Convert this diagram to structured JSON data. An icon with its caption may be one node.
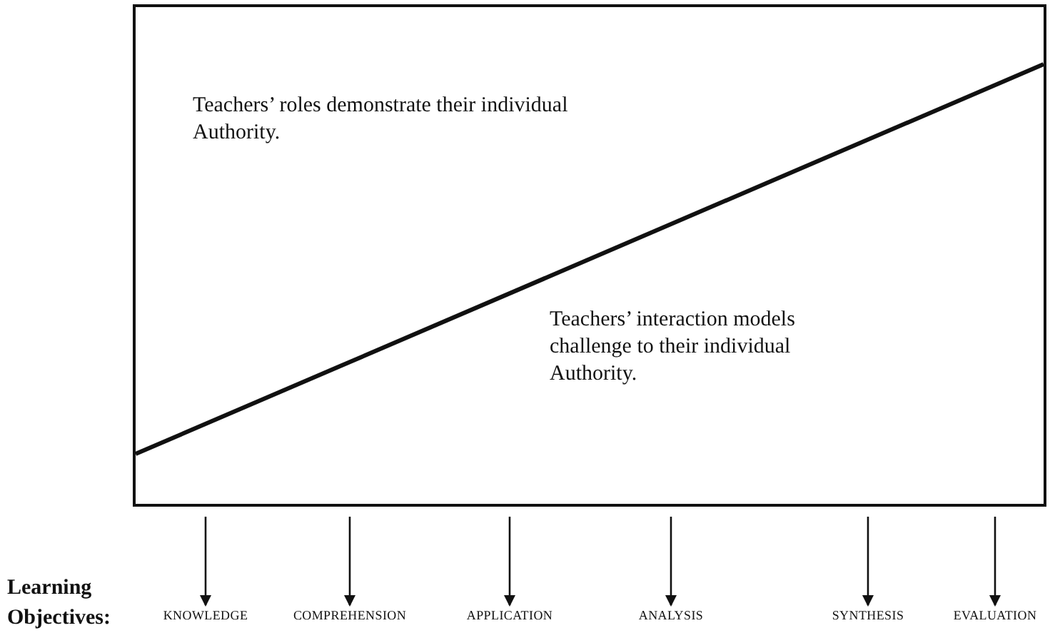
{
  "diagram": {
    "nodes": [
      {
        "text": [
          "Teachers’ roles demonstrate their individual Authority.",
          "Teachers’ interaction models challenge to their individual Authority."
        ]
      },
      {
        "text": [
          "KNOWLEDGE"
        ]
      },
      {
        "text": [
          "COMPREHENSION"
        ]
      },
      {
        "text": [
          "APPLICATION"
        ]
      },
      {
        "text": [
          "ANALYSIS"
        ]
      },
      {
        "text": [
          "SYNTHESIS"
        ]
      },
      {
        "text": [
          "EVALUATION"
        ]
      }
    ],
    "edges": [
      {
        "from": 0,
        "to": 1,
        "arrow": "to"
      },
      {
        "from": 0,
        "to": 2,
        "arrow": "to"
      },
      {
        "from": 0,
        "to": 3,
        "arrow": "to"
      },
      {
        "from": 0,
        "to": 4,
        "arrow": "to"
      },
      {
        "from": 0,
        "to": 5,
        "arrow": "to"
      },
      {
        "from": 0,
        "to": 6,
        "arrow": "to"
      }
    ],
    "labels": [
      "Learning Objectives:"
    ]
  }
}
